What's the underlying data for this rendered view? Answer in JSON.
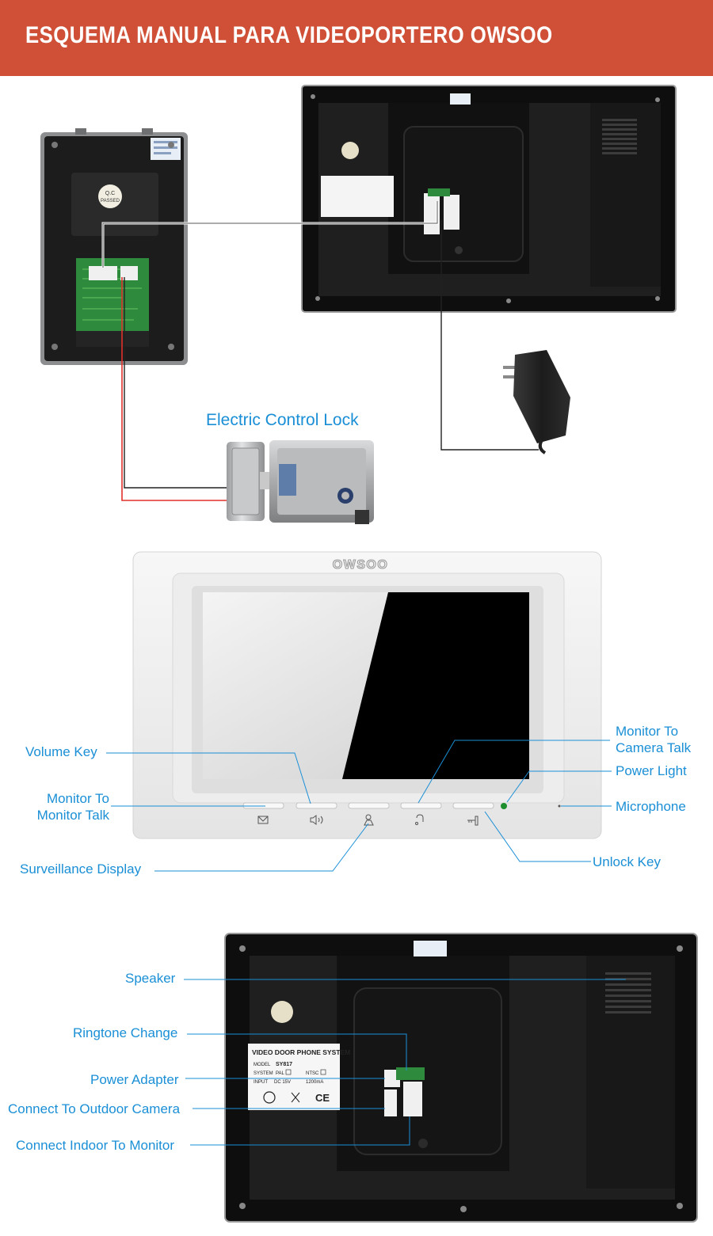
{
  "header": {
    "title": "ESQUEMA MANUAL PARA VIDEOPORTERO OWSOO"
  },
  "colors": {
    "banner": "#cf5036",
    "label": "#1a8fd6",
    "wire_red": "#e0302a"
  },
  "wiring_section": {
    "lock_label": "Electric Control Lock"
  },
  "outdoor_camera": {
    "qc_line1": "Q.C",
    "qc_line2": "PASSED"
  },
  "monitor_front": {
    "brand": "OWSOO",
    "labels": {
      "volume_key": "Volume Key",
      "monitor_to_monitor_talk": "Monitor To\nMonitor Talk",
      "surveillance_display": "Surveillance Display",
      "monitor_to_camera_talk": "Monitor To\nCamera Talk",
      "power_light": "Power Light",
      "microphone": "Microphone",
      "unlock_key": "Unlock Key"
    }
  },
  "sticker": {
    "title": "VIDEO DOOR PHONE SYSTEM",
    "model_key": "MODEL",
    "model_value": "SY817",
    "system_key": "SYSTEM",
    "pal": "PAL",
    "ntsc": "NTSC",
    "input_key": "INPUT",
    "input_value": "DC 15V",
    "current": "1200mA",
    "ce": "CE"
  },
  "monitor_back": {
    "labels": {
      "speaker": "Speaker",
      "ringtone_change": "Ringtone Change",
      "power_adapter": "Power Adapter",
      "connect_outdoor_camera": "Connect To Outdoor Camera",
      "connect_indoor_monitor": "Connect Indoor To Monitor"
    }
  },
  "icons": [
    "envelope-icon",
    "speaker-icon",
    "surveillance-icon",
    "talk-icon",
    "key-icon"
  ]
}
